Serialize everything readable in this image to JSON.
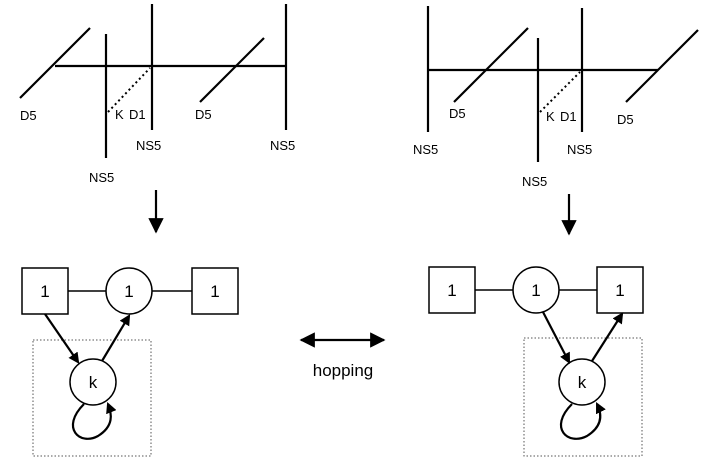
{
  "left_brane": {
    "d5_left": "D5",
    "k_label": "K",
    "d1_label": "D1",
    "d5_right": "D5",
    "ns5_a": "NS5",
    "ns5_b": "NS5",
    "ns5_c": "NS5"
  },
  "right_brane": {
    "d5_left": "D5",
    "k_label": "K",
    "d1_label": "D1",
    "d5_right": "D5",
    "ns5_a": "NS5",
    "ns5_b": "NS5",
    "ns5_c": "NS5"
  },
  "left_quiver": {
    "square_left": "1",
    "circle_mid": "1",
    "square_right": "1",
    "adjoint_node": "k"
  },
  "right_quiver": {
    "square_left": "1",
    "circle_mid": "1",
    "square_right": "1",
    "adjoint_node": "k"
  },
  "transition": {
    "label": "hopping"
  }
}
